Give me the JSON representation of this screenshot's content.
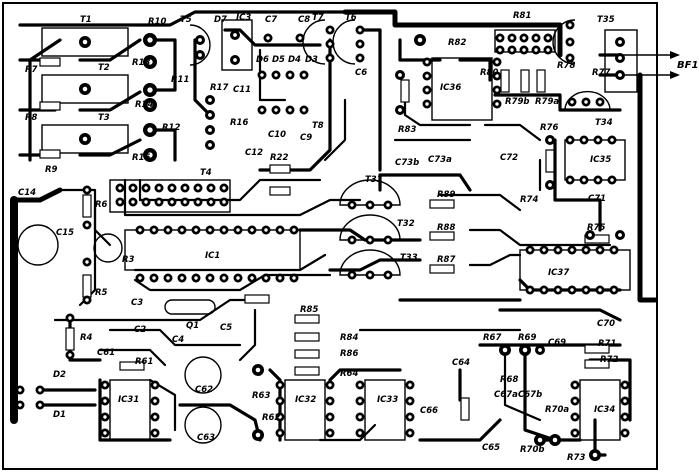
{
  "board": {
    "output_label": "BF1"
  },
  "labels": {
    "transistors": [
      "T1",
      "T2",
      "T3",
      "T4",
      "T5",
      "T6",
      "T7",
      "T8",
      "T31",
      "T32",
      "T33",
      "T34",
      "T35"
    ],
    "resistors_top": [
      "R7",
      "R8",
      "R9",
      "R10",
      "R11",
      "R12",
      "R13",
      "R14",
      "R15",
      "R16",
      "R17",
      "R22"
    ],
    "resistors_mid": [
      "R3",
      "R4",
      "R5",
      "R6",
      "R61",
      "R62",
      "R63",
      "R64",
      "R84",
      "R85",
      "R86",
      "R87",
      "R88",
      "R89"
    ],
    "resistors_right": [
      "R67",
      "R68",
      "R69",
      "R70a",
      "R70b",
      "R71",
      "R72",
      "R73",
      "R74",
      "R75",
      "R76",
      "R77",
      "R78",
      "R79a",
      "R79b",
      "R80",
      "R81",
      "R82",
      "R83"
    ],
    "capacitors": [
      "C2",
      "C3",
      "C4",
      "C5",
      "C6",
      "C7",
      "C8",
      "C9",
      "C10",
      "C11",
      "C12",
      "C14",
      "C15",
      "C61",
      "C62",
      "C63",
      "C64",
      "C65",
      "C66",
      "C67a",
      "C67b",
      "C69",
      "C70",
      "C71",
      "C72",
      "C73a",
      "C73b"
    ],
    "ics": [
      "IC1",
      "IC3",
      "IC31",
      "IC32",
      "IC33",
      "IC34",
      "IC35",
      "IC36",
      "IC37"
    ],
    "diodes": [
      "D1",
      "D2",
      "D3",
      "D4",
      "D5",
      "D6",
      "D7"
    ],
    "misc": [
      "Q1"
    ]
  },
  "colors": {
    "copper": "#000000",
    "board": "#ffffff"
  }
}
